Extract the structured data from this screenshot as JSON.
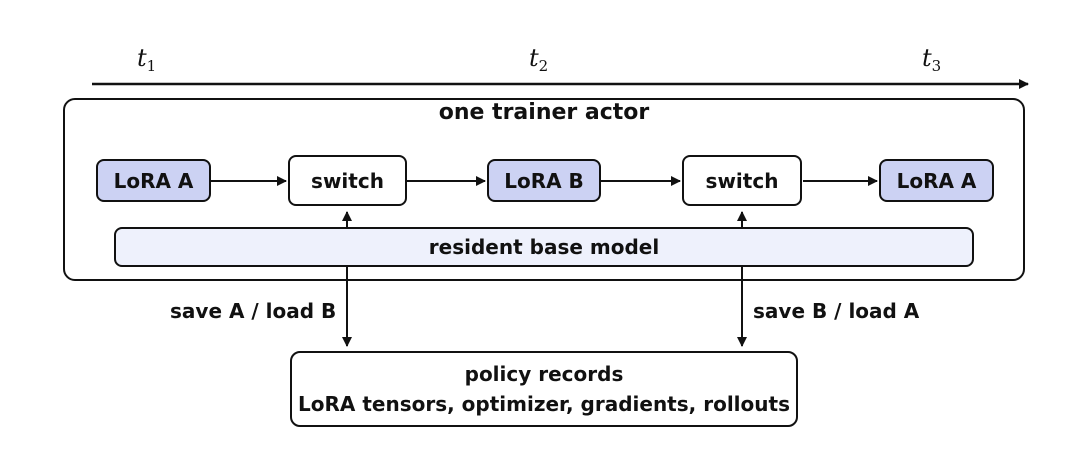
{
  "timeline": {
    "labels": [
      {
        "var": "t",
        "sub": "1"
      },
      {
        "var": "t",
        "sub": "2"
      },
      {
        "var": "t",
        "sub": "3"
      }
    ]
  },
  "trainer": {
    "title": "one trainer actor",
    "nodes": [
      "LoRA A",
      "switch",
      "LoRA B",
      "switch",
      "LoRA A"
    ],
    "base_model": "resident base model"
  },
  "links": {
    "left_label": "save A / load B",
    "right_label": "save B / load A"
  },
  "records": {
    "title": "policy records",
    "contents": "LoRA tensors, optimizer, gradients, rollouts"
  },
  "colors": {
    "lora_fill": "#ccd2f3",
    "base_fill": "#eef1fc",
    "stroke": "#111111"
  }
}
